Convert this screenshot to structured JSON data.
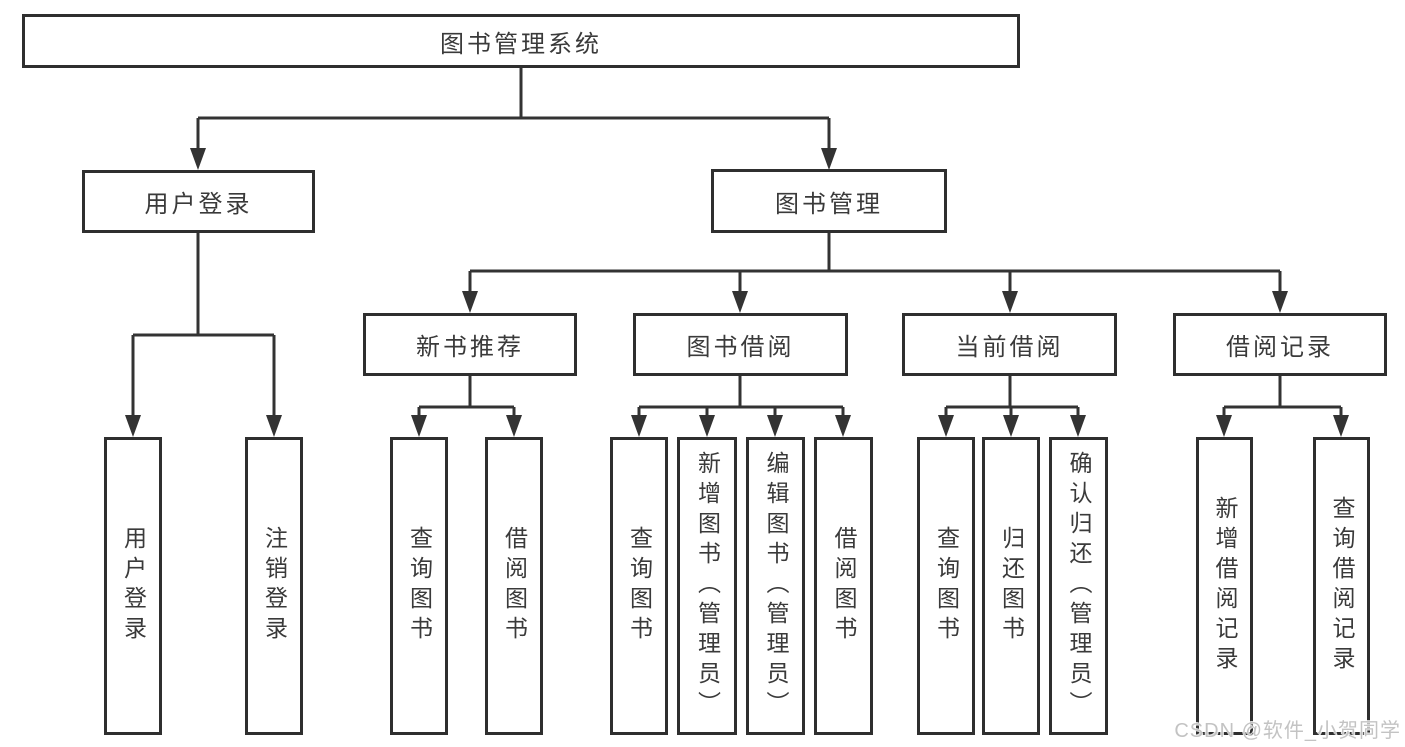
{
  "diagram": {
    "type": "tree",
    "root": {
      "label": "图书管理系统",
      "children": [
        {
          "label": "用户登录",
          "children": [
            {
              "label": "用户登录"
            },
            {
              "label": "注销登录"
            }
          ]
        },
        {
          "label": "图书管理",
          "children": [
            {
              "label": "新书推荐",
              "children": [
                {
                  "label": "查询图书"
                },
                {
                  "label": "借阅图书"
                }
              ]
            },
            {
              "label": "图书借阅",
              "children": [
                {
                  "label": "查询图书"
                },
                {
                  "label": "新增图书（管理员）"
                },
                {
                  "label": "编辑图书（管理员）"
                },
                {
                  "label": "借阅图书"
                }
              ]
            },
            {
              "label": "当前借阅",
              "children": [
                {
                  "label": "查询图书"
                },
                {
                  "label": "归还图书"
                },
                {
                  "label": "确认归还（管理员）"
                }
              ]
            },
            {
              "label": "借阅记录",
              "children": [
                {
                  "label": "新增借阅记录"
                },
                {
                  "label": "查询借阅记录"
                }
              ]
            }
          ]
        }
      ]
    }
  },
  "watermark": {
    "text": "CSDN @软件_小贺同学"
  },
  "colors": {
    "line": "#333333",
    "box_border": "#2f2f2f",
    "text": "#3a3a3a",
    "watermark": "#c3c3c3",
    "background": "#ffffff"
  }
}
